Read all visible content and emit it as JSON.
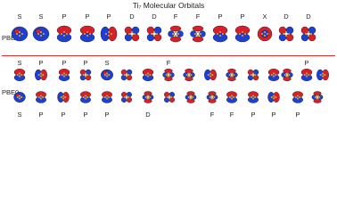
{
  "title": "Ti₇ Molecular Orbitals",
  "pbe_label": "PBE",
  "pbe0_label": "PBE0",
  "pbe_orbital_labels": [
    "S",
    "S",
    "P",
    "P",
    "P",
    "D",
    "D",
    "F",
    "F",
    "P",
    "P",
    "X",
    "D",
    "D"
  ],
  "pbe0_top_labels": [
    "S",
    "P",
    "P",
    "P",
    "S",
    "F",
    "P"
  ],
  "pbe0_bottom_labels": [
    "S",
    "P",
    "P",
    "P",
    "P",
    "D",
    "F",
    "F",
    "P",
    "P",
    "P"
  ],
  "colors": {
    "positive_lobe": "#d8202a",
    "negative_lobe": "#1d3fd6",
    "divider": "#e53030"
  }
}
